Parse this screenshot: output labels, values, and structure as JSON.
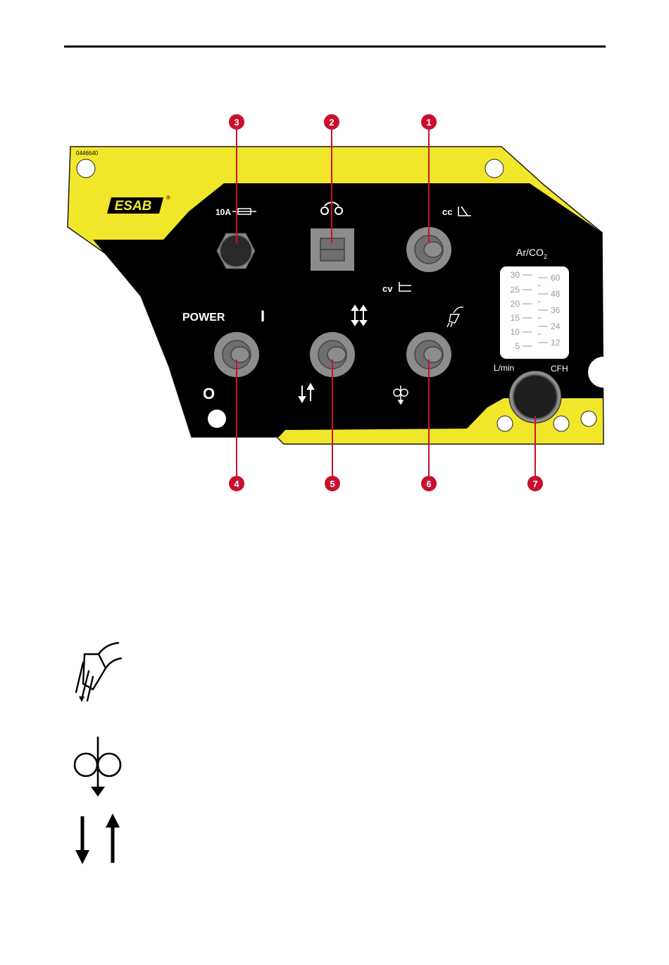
{
  "panel": {
    "part_number": "0446640",
    "logo": {
      "text": "ESAB",
      "registered": "®"
    },
    "labels": {
      "fuse": "10A",
      "cc": "cc",
      "cv": "cv",
      "power": "POWER",
      "on": "I",
      "off": "O",
      "gas": "Ar/CO",
      "gas_sub": "2",
      "lmin": "L/min",
      "cfh": "CFH"
    },
    "flowmeter": {
      "left_scale": [
        "30",
        "25",
        "20",
        "15",
        "10",
        "5"
      ],
      "right_scale": [
        "60",
        "48",
        "36",
        "24",
        "12"
      ]
    },
    "callouts": [
      "1",
      "2",
      "3",
      "4",
      "5",
      "6",
      "7"
    ]
  },
  "legend": {
    "icons": [
      "torch-icon",
      "wire-feed-icon",
      "inch-arrows-icon"
    ]
  },
  "colors": {
    "yellow": "#F2E62A",
    "black": "#000000",
    "callout_red": "#C8102E",
    "knob_gray": "#8C8C8C"
  }
}
